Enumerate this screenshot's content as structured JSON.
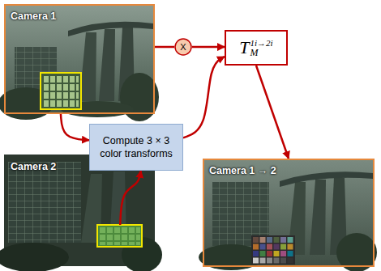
{
  "diagram": {
    "nodes": [
      {
        "text": [
          "Camera 1"
        ]
      },
      {
        "text": [
          "X"
        ]
      },
      {
        "text": [
          "T",
          "1i→2i",
          "M"
        ]
      },
      {
        "text": [
          "Compute 3 × 3 color transforms"
        ]
      },
      {
        "text": [
          "Camera 2"
        ]
      },
      {
        "text": [
          "Camera 1 → 2"
        ]
      }
    ],
    "edges": [
      {
        "from": 0,
        "to": 1,
        "arrow": "none"
      },
      {
        "from": 1,
        "to": 2,
        "arrow": "to"
      },
      {
        "from": 0,
        "to": 3,
        "arrow": "to"
      },
      {
        "from": 4,
        "to": 3,
        "arrow": "to"
      },
      {
        "from": 3,
        "to": 2,
        "arrow": "to"
      },
      {
        "from": 2,
        "to": 5,
        "arrow": "to"
      }
    ]
  }
}
